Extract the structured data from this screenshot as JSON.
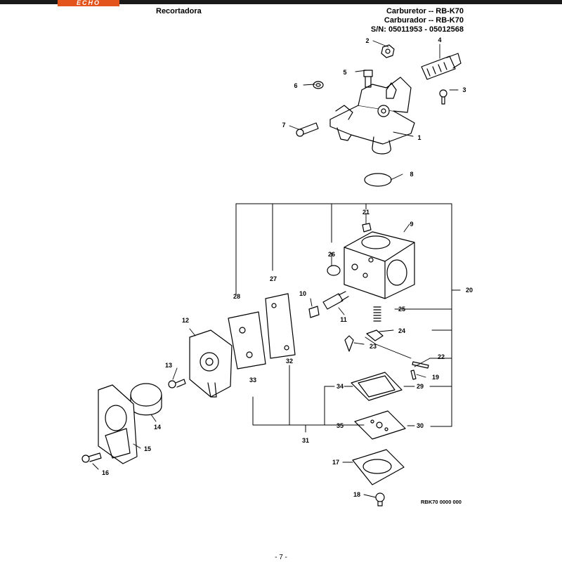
{
  "header": {
    "brand_logo": "ECHO",
    "product": "Recortadora",
    "title_en": "Carburetor -- RB-K70",
    "title_es": "Carburador -- RB-K70",
    "serial_range": "S/N: 05011953 - 05012568"
  },
  "diagram": {
    "ref_code": "RBK70 0000 000",
    "callouts": [
      "1",
      "2",
      "3",
      "4",
      "5",
      "6",
      "7",
      "8",
      "9",
      "10",
      "11",
      "12",
      "13",
      "14",
      "15",
      "16",
      "17",
      "18",
      "19",
      "20",
      "21",
      "22",
      "23",
      "24",
      "25",
      "26",
      "27",
      "28",
      "29",
      "30",
      "31",
      "32",
      "33",
      "34",
      "35"
    ]
  },
  "footer": {
    "page": "- 7 -"
  },
  "colors": {
    "ink": "#000000",
    "brand": "#e2541b",
    "part_fill": "#ffffff"
  }
}
